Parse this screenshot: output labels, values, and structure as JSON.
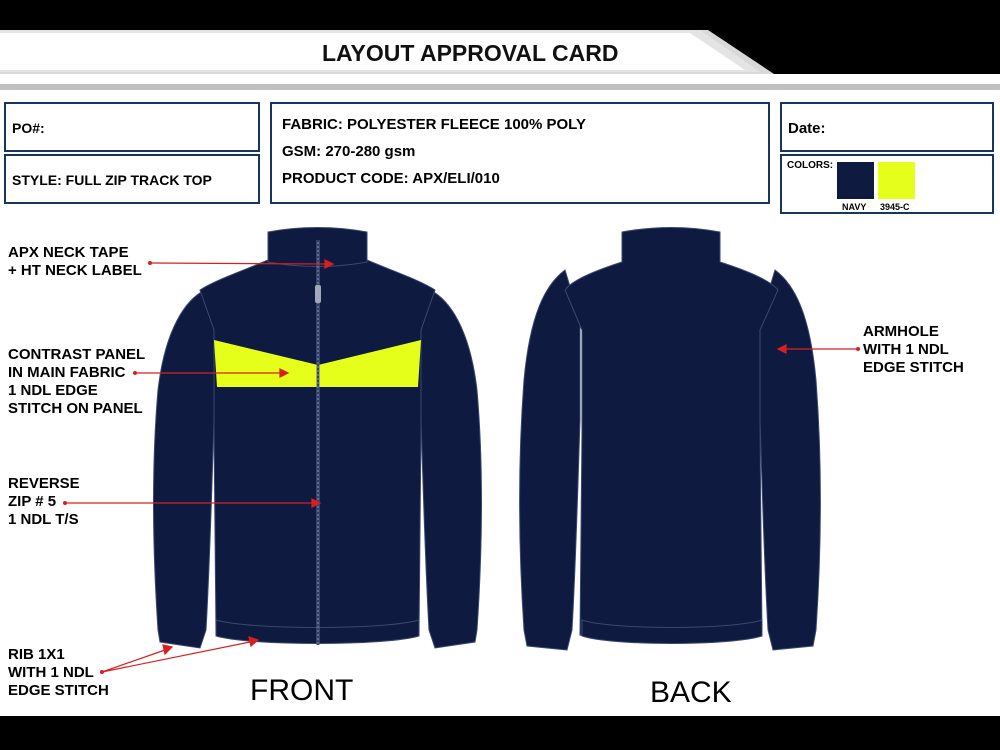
{
  "header": {
    "title": "LAYOUT APPROVAL CARD"
  },
  "info": {
    "po": "PO#:",
    "style": "STYLE:  FULL ZIP TRACK TOP",
    "fabric": "FABRIC: POLYESTER FLEECE 100% POLY",
    "gsm": "GSM: 270-280 gsm",
    "product_code": "PRODUCT CODE: APX/ELI/010",
    "date": "Date:"
  },
  "colors": {
    "label": "COLORS:",
    "swatches": [
      {
        "name": "NAVY",
        "hex": "#0e1a3f"
      },
      {
        "name": "3945-C",
        "hex": "#e6ff1a"
      }
    ]
  },
  "callouts": {
    "neck": "APX NECK TAPE\n+ HT NECK LABEL",
    "panel": "CONTRAST PANEL\nIN MAIN FABRIC\n1 NDL EDGE\nSTITCH ON PANEL",
    "zip": "REVERSE\nZIP # 5\n1 NDL T/S",
    "rib": "RIB 1X1\nWITH 1 NDL\nEDGE STITCH",
    "armhole": "ARMHOLE\nWITH 1 NDL\nEDGE STITCH"
  },
  "views": {
    "front": "FRONT",
    "back": "BACK"
  },
  "palette": {
    "navy": "#0e1a3f",
    "accent": "#e6ff1a",
    "callout_line": "#d62020",
    "border": "#17365d"
  }
}
